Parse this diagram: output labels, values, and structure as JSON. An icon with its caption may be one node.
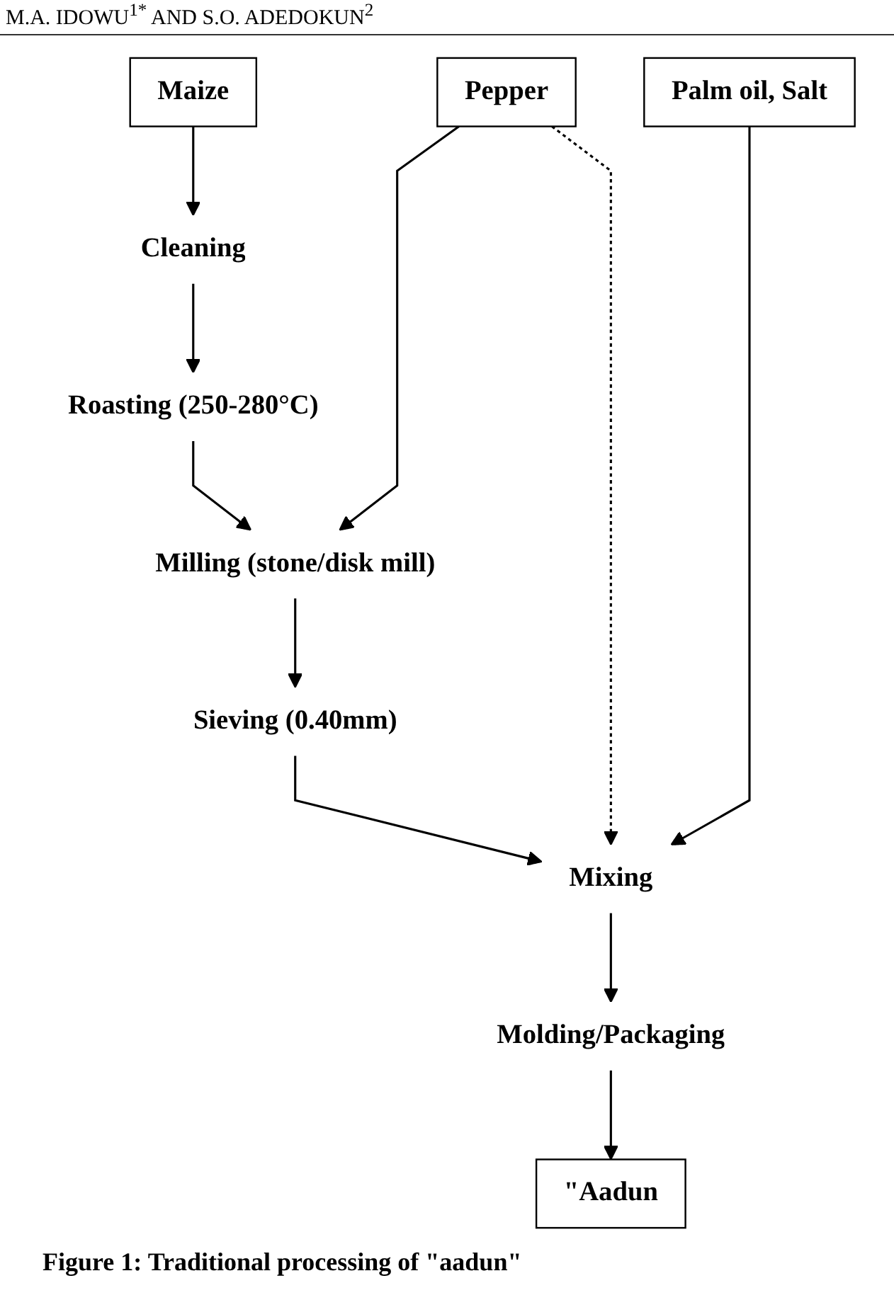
{
  "diagram": {
    "caption": "Figure 1: Traditional processing of \"aadun\"",
    "nodes": [
      {
        "text": [
          "Maize"
        ]
      },
      {
        "text": [
          "Pepper"
        ]
      },
      {
        "text": [
          "Palm oil, Salt"
        ]
      },
      {
        "text": [
          "Cleaning"
        ]
      },
      {
        "text": [
          "Roasting (250-280°C)"
        ]
      },
      {
        "text": [
          "Milling (stone/disk mill)"
        ]
      },
      {
        "text": [
          "Sieving (0.40mm)"
        ]
      },
      {
        "text": [
          "Mixing"
        ]
      },
      {
        "text": [
          "Molding/Packaging"
        ]
      },
      {
        "text": [
          "\"Aadun"
        ]
      }
    ],
    "edges": [
      {
        "from": 0,
        "to": 3,
        "arrow": "to"
      },
      {
        "from": 3,
        "to": 4,
        "arrow": "to"
      },
      {
        "from": 4,
        "to": 5,
        "arrow": "to"
      },
      {
        "from": 1,
        "to": 5,
        "arrow": "to"
      },
      {
        "from": 5,
        "to": 6,
        "arrow": "to"
      },
      {
        "from": 1,
        "to": 7,
        "arrow": "to",
        "style": "dashed"
      },
      {
        "from": 6,
        "to": 7,
        "arrow": "to"
      },
      {
        "from": 2,
        "to": 7,
        "arrow": "to"
      },
      {
        "from": 7,
        "to": 8,
        "arrow": "to"
      },
      {
        "from": 8,
        "to": 9,
        "arrow": "to"
      }
    ],
    "labels": [
      "M.A. IDOWU$^{1*}$ AND S.O. ADEDOKUN$^{2}$"
    ]
  }
}
